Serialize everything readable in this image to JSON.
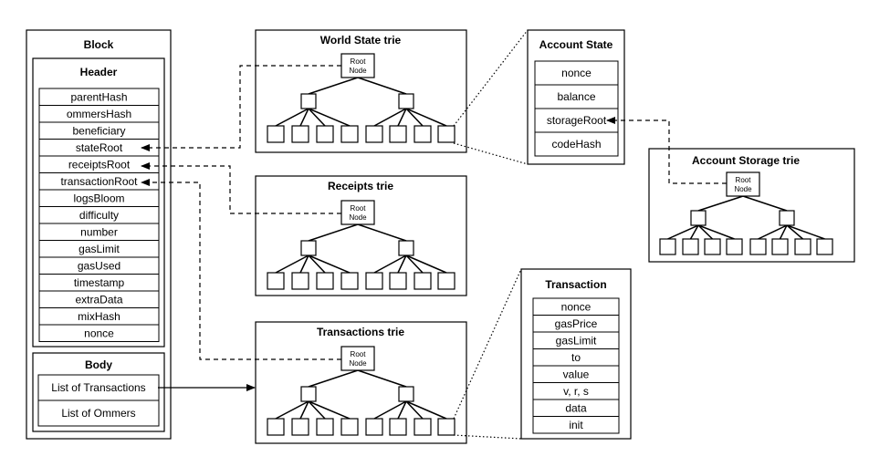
{
  "block": {
    "title": "Block",
    "header": {
      "title": "Header",
      "fields": [
        "parentHash",
        "ommersHash",
        "beneficiary",
        "stateRoot",
        "receiptsRoot",
        "transactionRoot",
        "logsBloom",
        "difficulty",
        "number",
        "gasLimit",
        "gasUsed",
        "timestamp",
        "extraData",
        "mixHash",
        "nonce"
      ]
    },
    "body": {
      "title": "Body",
      "fields": [
        "List of Transactions",
        "List of Ommers"
      ]
    }
  },
  "tries": {
    "world_state": "World State trie",
    "receipts": "Receipts trie",
    "transactions": "Transactions trie",
    "account_storage": "Account Storage trie",
    "root_line1": "Root",
    "root_line2": "Node"
  },
  "account_state": {
    "title": "Account State",
    "fields": [
      "nonce",
      "balance",
      "storageRoot",
      "codeHash"
    ]
  },
  "transaction": {
    "title": "Transaction",
    "fields": [
      "nonce",
      "gasPrice",
      "gasLimit",
      "to",
      "value",
      "v, r, s",
      "data",
      "init"
    ]
  }
}
